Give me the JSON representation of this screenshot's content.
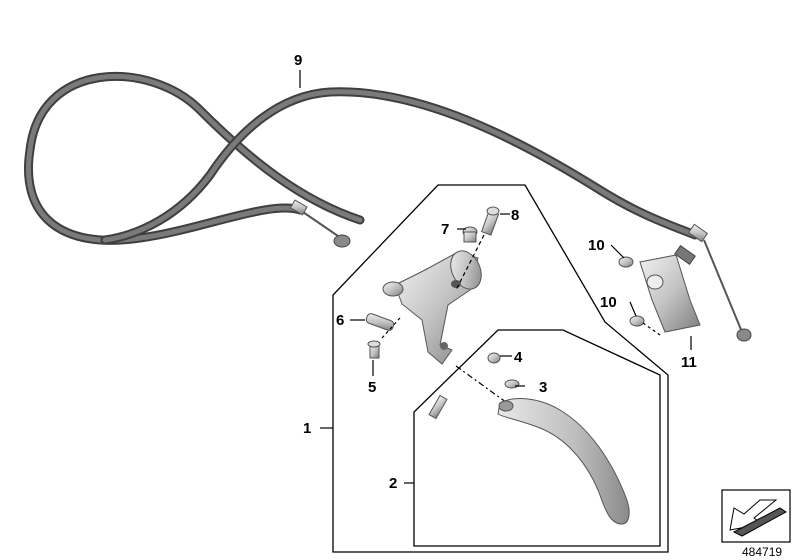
{
  "callouts": {
    "c1": "1",
    "c2": "2",
    "c3": "3",
    "c4": "4",
    "c5": "5",
    "c6": "6",
    "c7": "7",
    "c8": "8",
    "c9": "9",
    "c10a": "10",
    "c10b": "10",
    "c11": "11"
  },
  "document_number": "484719",
  "colors": {
    "cable": "#5c5c5c",
    "metal": "#c9c9c9",
    "line": "#000000"
  }
}
